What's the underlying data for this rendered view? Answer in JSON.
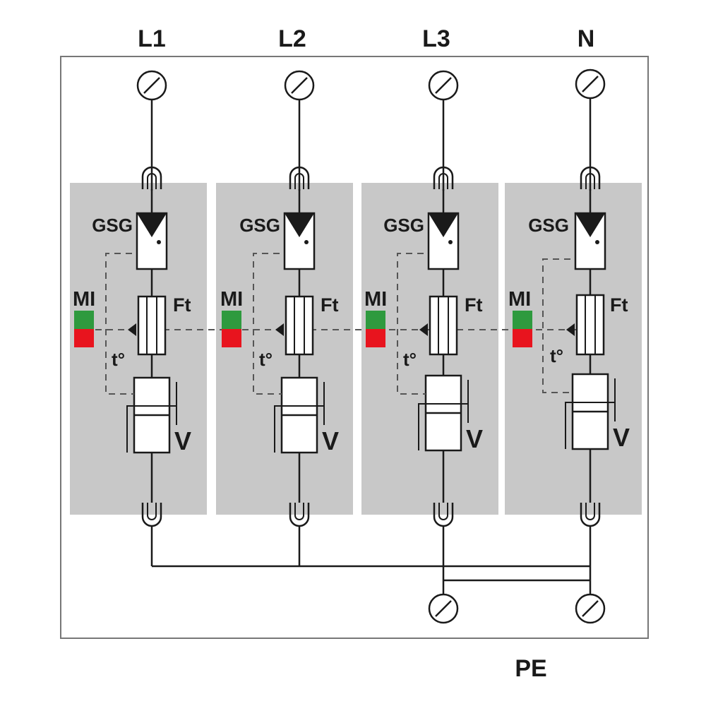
{
  "diagram": {
    "poles": [
      {
        "terminal": "L1",
        "gap_label": "GSG",
        "indicator_label": "MI",
        "fuse_label": "Ft",
        "thermal_label": "t°",
        "varistor_label": "V"
      },
      {
        "terminal": "L2",
        "gap_label": "GSG",
        "indicator_label": "MI",
        "fuse_label": "Ft",
        "thermal_label": "t°",
        "varistor_label": "V"
      },
      {
        "terminal": "L3",
        "gap_label": "GSG",
        "indicator_label": "MI",
        "fuse_label": "Ft",
        "thermal_label": "t°",
        "varistor_label": "V"
      },
      {
        "terminal": "N",
        "gap_label": "GSG",
        "indicator_label": "MI",
        "fuse_label": "Ft",
        "thermal_label": "t°",
        "varistor_label": "V"
      }
    ],
    "earth_label": "PE",
    "colors": {
      "module_fill": "#c8c8c8",
      "indicator_ok": "#2e9a3e",
      "indicator_fault": "#e8141e",
      "line": "#1a1a1a",
      "dashed": "#555555"
    }
  }
}
